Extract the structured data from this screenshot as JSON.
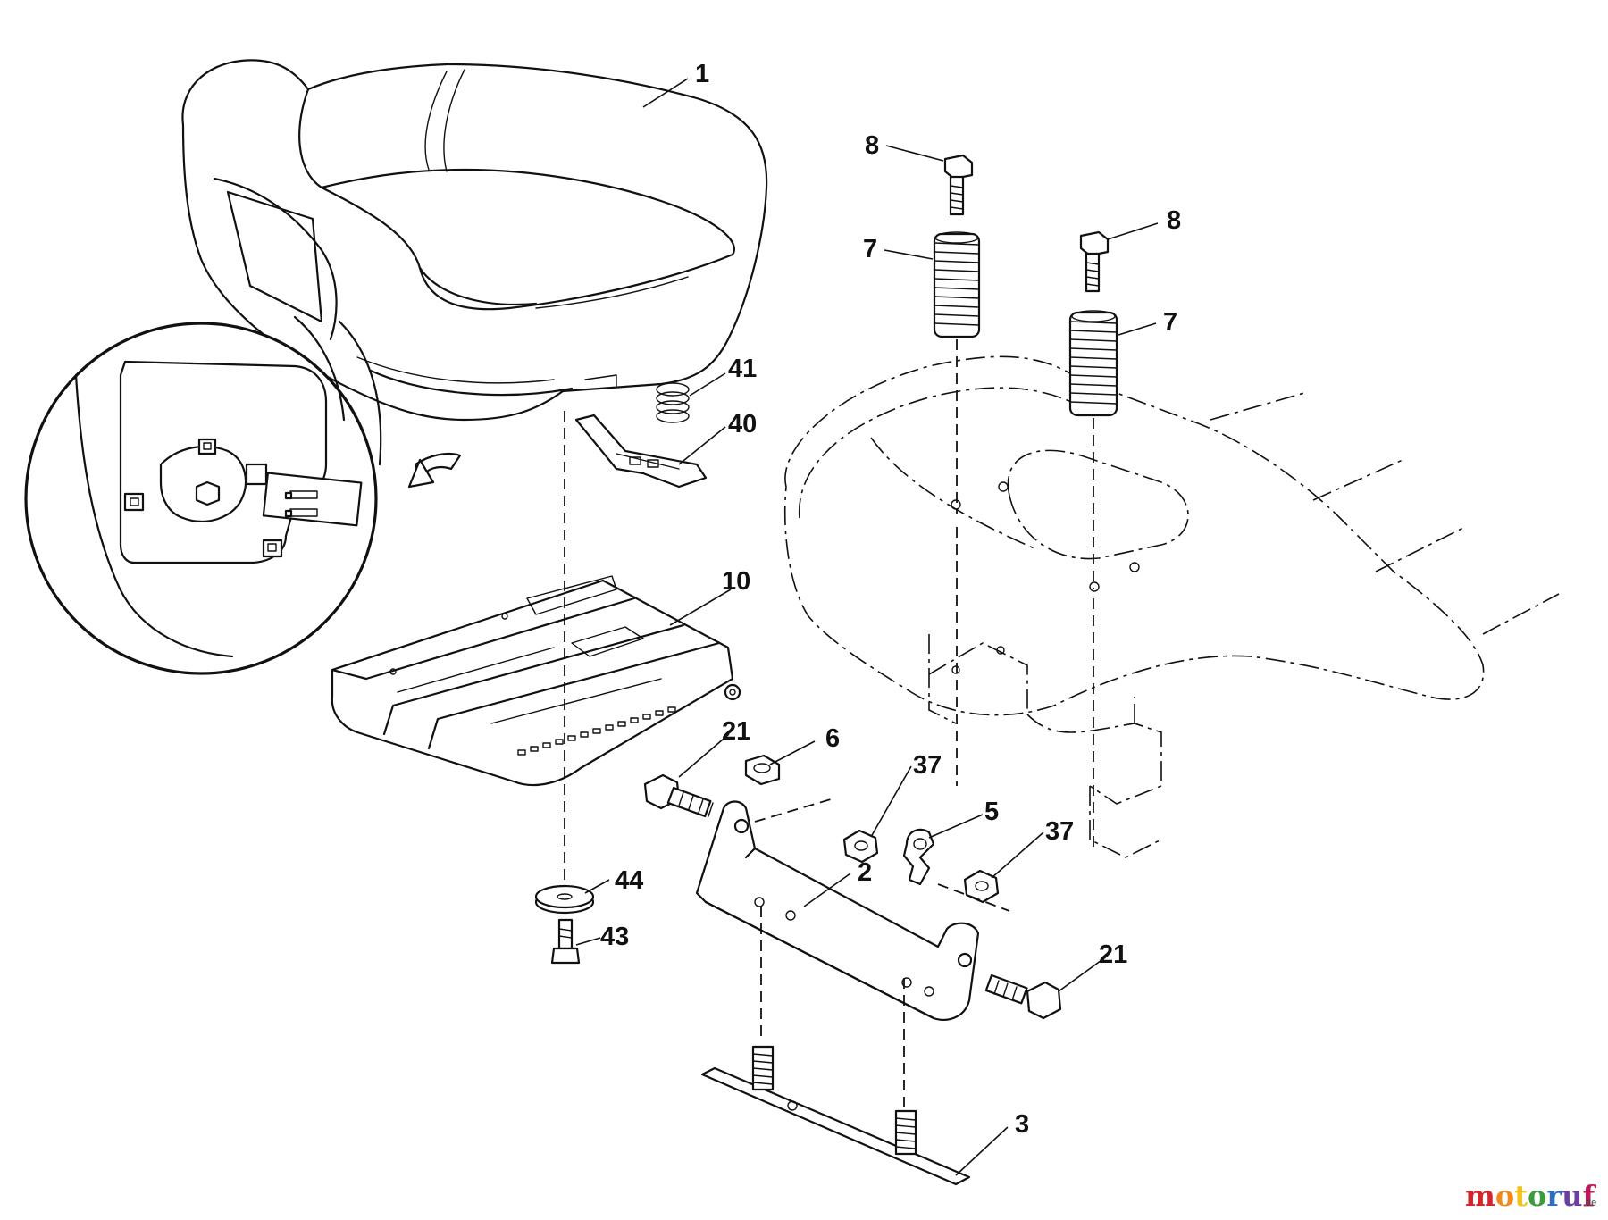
{
  "diagram": {
    "callouts": {
      "seat": "1",
      "bolt_top_left": "8",
      "bolt_top_right": "8",
      "spring_left": "7",
      "spring_right": "7",
      "spring_small": "41",
      "clip_plate": "40",
      "seat_pan": "10",
      "bolt_left": "21",
      "nut_6": "6",
      "nut_37_left": "37",
      "clip_5": "5",
      "nut_37_right": "37",
      "bracket": "2",
      "washer": "44",
      "screw_43": "43",
      "bolt_right": "21",
      "base_plate": "3"
    },
    "watermark": {
      "letters": [
        "m",
        "o",
        "t",
        "o",
        "r",
        "u",
        "f"
      ],
      "letter_colors": [
        "#d4262a",
        "#f08a1c",
        "#f2c418",
        "#3b9c3c",
        "#2a6ebd",
        "#6a3fa0",
        "#c2185b"
      ],
      "suffix": ".de"
    }
  }
}
